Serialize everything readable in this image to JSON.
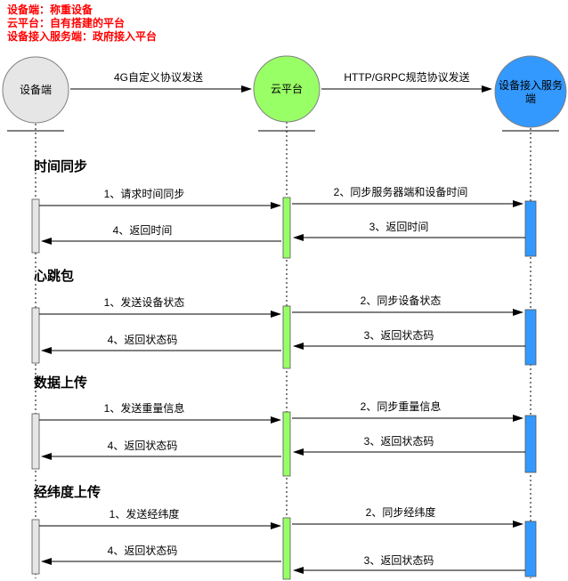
{
  "legend": {
    "lines": [
      "设备端：称重设备",
      "云平台：自有搭建的平台",
      "设备接入服务端：政府接入平台"
    ],
    "color": "#ff0000"
  },
  "actors": {
    "device": {
      "label": "设备端",
      "color": "#e6e6e6"
    },
    "cloud": {
      "label": "云平台",
      "color": "#99ff66"
    },
    "server": {
      "line1": "设备接入服务",
      "line2": "端",
      "color": "#3399ff"
    }
  },
  "top_links": {
    "device_cloud": "4G自定义协议发送",
    "cloud_server": "HTTP/GRPC规范协议发送"
  },
  "sections": [
    {
      "title": "时间同步",
      "messages": [
        "1、请求时间同步",
        "2、同步服务器端和设备时间",
        "3、返回时间",
        "4、返回时间"
      ]
    },
    {
      "title": "心跳包",
      "messages": [
        "1、发送设备状态",
        "2、同步设备状态",
        "3、返回状态码",
        "4、返回状态码"
      ]
    },
    {
      "title": "数据上传",
      "messages": [
        "1、发送重量信息",
        "2、同步重量信息",
        "3、返回状态码",
        "4、返回状态码"
      ]
    },
    {
      "title": "经纬度上传",
      "messages": [
        "1、发送经纬度",
        "2、同步经纬度",
        "3、返回状态码",
        "4、返回状态码"
      ]
    }
  ]
}
